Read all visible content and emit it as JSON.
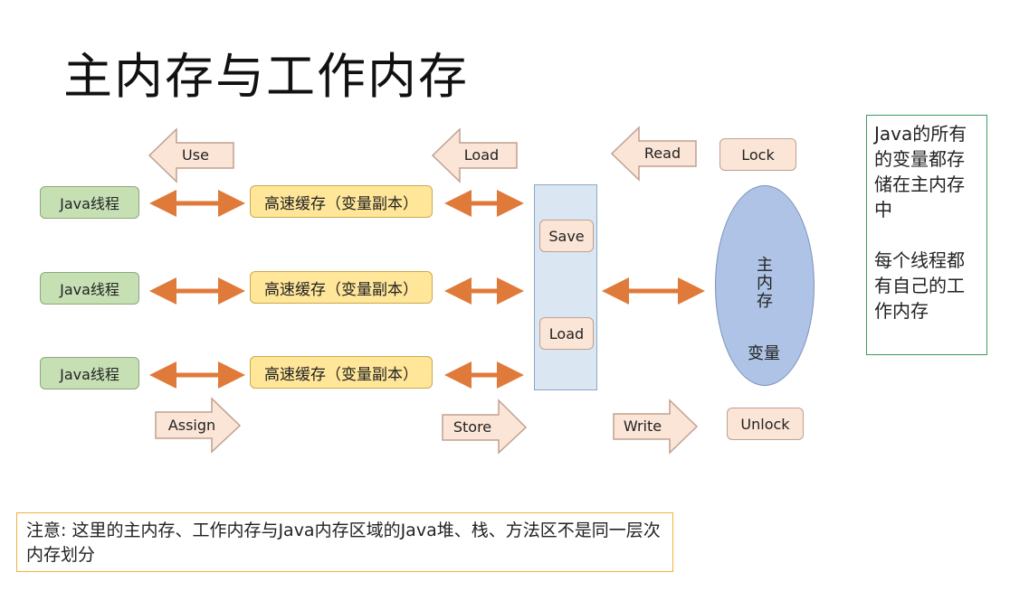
{
  "title": "主内存与工作内存",
  "threads": [
    {
      "label": "Java线程",
      "cache": "高速缓存（变量副本）"
    },
    {
      "label": "Java线程",
      "cache": "高速缓存（变量副本）"
    },
    {
      "label": "Java线程",
      "cache": "高速缓存（变量副本）"
    }
  ],
  "top_ops": {
    "use": "Use",
    "load": "Load",
    "read": "Read",
    "lock": "Lock"
  },
  "bottom_ops": {
    "assign": "Assign",
    "store": "Store",
    "write": "Write",
    "unlock": "Unlock"
  },
  "interface": {
    "save": "Save",
    "load": "Load"
  },
  "main_memory": {
    "label": "主内存",
    "variable": "变量"
  },
  "side_note": [
    "Java的所有的变量都存储在主内存中",
    "每个线程都有自己的工作内存"
  ],
  "footnote": "注意: 这里的主内存、工作内存与Java内存区域的Java堆、栈、方法区不是同一层次内存划分",
  "colors": {
    "arrow_orange": "#e07a3a",
    "op_fill": "#fbe5d6",
    "thread_fill": "#c6e0b4",
    "cache_fill": "#ffe699",
    "main_memory_fill": "#aec3e6"
  }
}
